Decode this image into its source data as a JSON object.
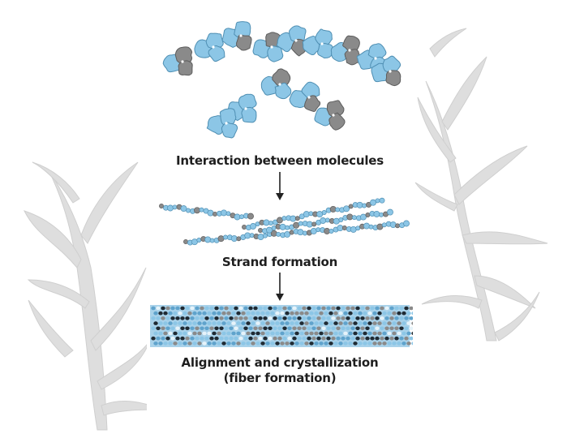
{
  "diagram": {
    "stage_1": {
      "label": "Interaction between molecules"
    },
    "stage_2": {
      "label": "Strand formation"
    },
    "stage_3": {
      "label_line_1": "Alignment and crystallization",
      "label_line_2": "(fiber formation)"
    }
  },
  "colors": {
    "molecule_blue": "#8cc6e6",
    "molecule_blue_edge": "#4f8fb3",
    "molecule_gray": "#8a8a8a",
    "molecule_gray_edge": "#5d5d5d",
    "background_plant": "#d9d9d9",
    "arrow": "#222222"
  },
  "icons": {
    "background": "plant-silhouette-icon",
    "arrow": "arrow-down-icon"
  }
}
